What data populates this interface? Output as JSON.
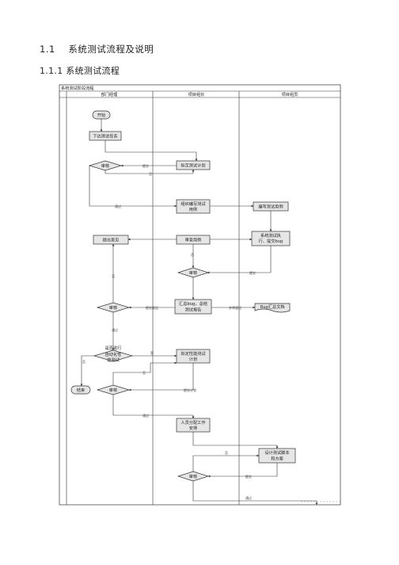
{
  "heading1": {
    "number": "1.1",
    "title": "系统测试流程及说明"
  },
  "heading2": {
    "number": "1.1.1",
    "title": "系统测试流程"
  },
  "diagram": {
    "frame_title": "系统测试阶段流程",
    "lanes": [
      "部门经理",
      "项目组长",
      "项目组员"
    ],
    "nodes": {
      "start": "开始",
      "issue_task": "下达测试任务",
      "review1": "审核",
      "draft_plan": "拟定测试计划",
      "org_cases": [
        "组织编写测试",
        "用例"
      ],
      "write_cases": "编写测试用例",
      "exec_test": [
        "系统测试执",
        "行、提交bug"
      ],
      "feedback": "提出意见",
      "review_cases": "审查用例",
      "review2": "审核",
      "review3": "审核",
      "summary_report": [
        "汇总bug，总结",
        "测试报告"
      ],
      "bug_doc": "Bug汇总文档",
      "auto_decision": [
        "是否进行",
        "自动化性",
        "能测试"
      ],
      "draft_perf": [
        "拟定性能测试",
        "计划"
      ],
      "end": "结束",
      "review4": "审核",
      "staff_assign": [
        "人员分配工作",
        "安排"
      ],
      "design_scheme": [
        "设计测试脚本",
        "和方案"
      ],
      "review5": "审核"
    },
    "edge_labels": {
      "submit": "提交",
      "pass": "通过",
      "no": "否",
      "yes": "是",
      "submit_report": "提交报告",
      "submit_plan": "提交计划",
      "submit_merge": "并将通过"
    }
  }
}
